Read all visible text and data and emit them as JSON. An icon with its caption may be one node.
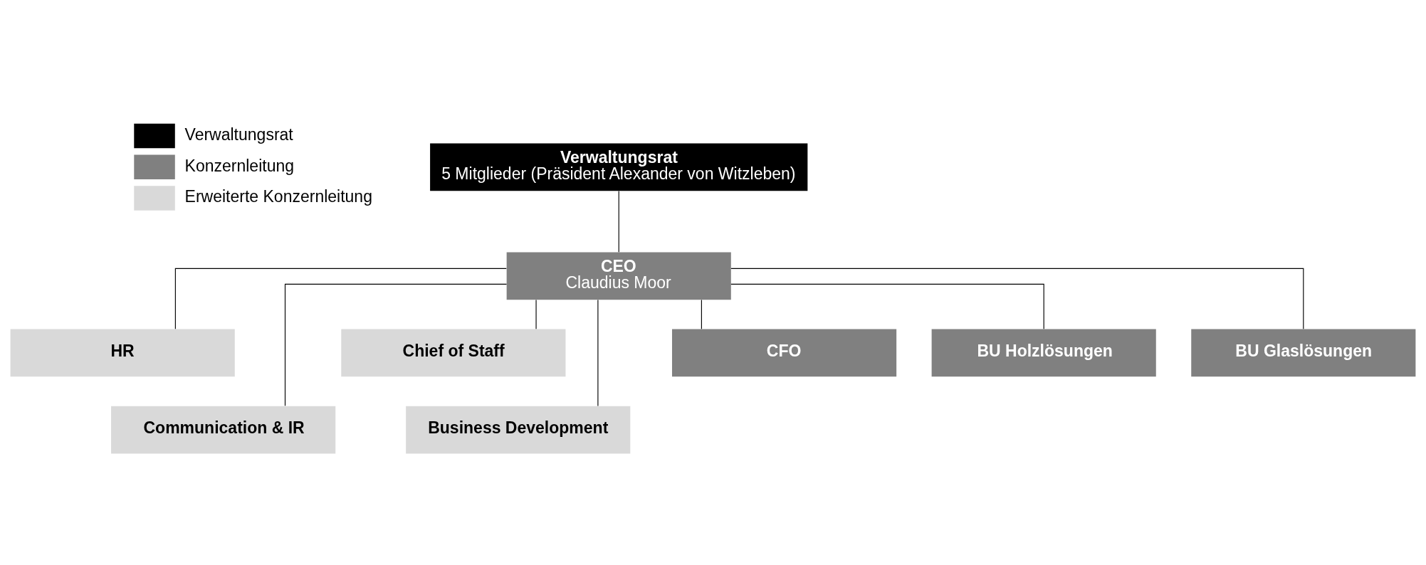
{
  "diagram": {
    "nodes": [
      {
        "text": [
          "Verwaltungsrat",
          "5 Mitglieder (Präsident Alexander von Witzleben)"
        ]
      },
      {
        "text": [
          "CEO",
          "Claudius Moor"
        ]
      },
      {
        "text": [
          "HR"
        ]
      },
      {
        "text": [
          "Chief of Staff"
        ]
      },
      {
        "text": [
          "Communication & IR"
        ]
      },
      {
        "text": [
          "Business Development"
        ]
      },
      {
        "text": [
          "CFO"
        ]
      },
      {
        "text": [
          "BU Holzlösungen"
        ]
      },
      {
        "text": [
          "BU Glaslösungen"
        ]
      }
    ],
    "edges": [
      {
        "from": 0,
        "to": 1,
        "arrow": "none"
      },
      {
        "from": 1,
        "to": 2,
        "arrow": "none"
      },
      {
        "from": 1,
        "to": 3,
        "arrow": "none"
      },
      {
        "from": 1,
        "to": 4,
        "arrow": "none"
      },
      {
        "from": 1,
        "to": 5,
        "arrow": "none"
      },
      {
        "from": 1,
        "to": 6,
        "arrow": "none"
      },
      {
        "from": 1,
        "to": 7,
        "arrow": "none"
      },
      {
        "from": 1,
        "to": 8,
        "arrow": "none"
      }
    ],
    "legend": [
      {
        "text": "Verwaltungsrat",
        "color": "#000000"
      },
      {
        "text": "Konzernleitung",
        "color": "#808080"
      },
      {
        "text": "Erweiterte Konzernleitung",
        "color": "#d9d9d9"
      }
    ]
  }
}
